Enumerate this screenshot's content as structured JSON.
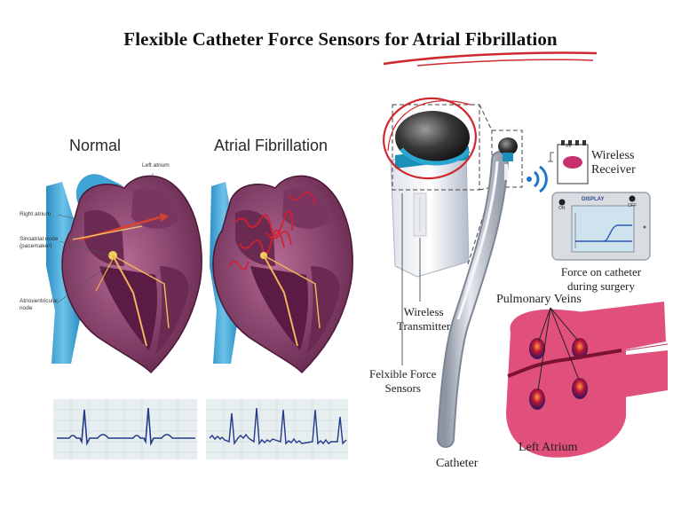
{
  "title": {
    "prefix": "Flexible Catheter Force Sensors for ",
    "highlight": "Atrial Fibrillation"
  },
  "heart_panel": {
    "normal_label": "Normal",
    "af_label": "Atrial Fibrillation",
    "labels": {
      "left_atrium": "Left atrium",
      "right_atrium": "Right atrium",
      "sinoatrial_1": "Sinoatrial node",
      "sinoatrial_2": "(pacemaker)",
      "av_1": "Atrioventricular",
      "av_2": "node"
    }
  },
  "device_panel": {
    "wireless_receiver_1": "Wireless",
    "wireless_receiver_2": "Receiver",
    "display_title": "DISPLAY",
    "on_label": "ON",
    "off_label": "OFF",
    "rx_label": "Rx",
    "force_caption_1": "Force on catheter",
    "force_caption_2": "during surgery",
    "pulmonary_veins": "Pulmonary Veins",
    "wireless_transmitter_1": "Wireless",
    "wireless_transmitter_2": "Transmitter",
    "force_sensors_1": "Felxible Force",
    "force_sensors_2": "Sensors",
    "catheter": "Catheter",
    "left_atrium": "Left Atrium"
  },
  "colors": {
    "heart_dark": "#6e2a52",
    "heart_mid": "#9c4a78",
    "vessel_blue": "#3fa5d6",
    "artery_pink": "#e0507a",
    "annotation_red": "#d0282f",
    "catheter_gray": "#b8bec8"
  }
}
